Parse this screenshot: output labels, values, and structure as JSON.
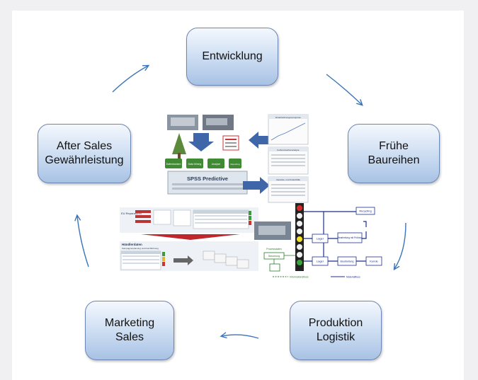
{
  "cycle": {
    "nodes": {
      "entwicklung": "Entwicklung",
      "fruehe_baureihen": "Frühe\nBaureihen",
      "produktion_logistik": "Produktion\nLogistik",
      "marketing_sales": "Marketing\nSales",
      "after_sales": "After Sales\nGewährleistung"
    }
  },
  "center_graphic": {
    "spss_label": "SPSS Predictive",
    "doc_headers": [
      "Ersatzteilmengenprognose",
      "Fehlerursachenanalyse",
      "Garantie- und Kulanzfälle"
    ],
    "module_labels": [
      "Datenbanken",
      "Data Mining",
      "Analyse",
      "Reporting"
    ],
    "eu_report_label": "EU Reparaturen",
    "handler_label": "Händlerdaten",
    "handler_sub": "Kampagnenplanung und Durchführung",
    "flow_boxes": {
      "recycling": "Recycling",
      "kunde": "Kunde",
      "bearbeitung_pruefung": "Bearbeitung mit Prüfung",
      "bearbeitung": "Bearbeitung",
      "lager_1": "Lager",
      "lager_2": "Lager",
      "prozessdaten": "Prozessdaten",
      "steuerung": "Steuerung",
      "infoflow": "Informationsfluss",
      "materialflow": "Materialfluss"
    }
  }
}
